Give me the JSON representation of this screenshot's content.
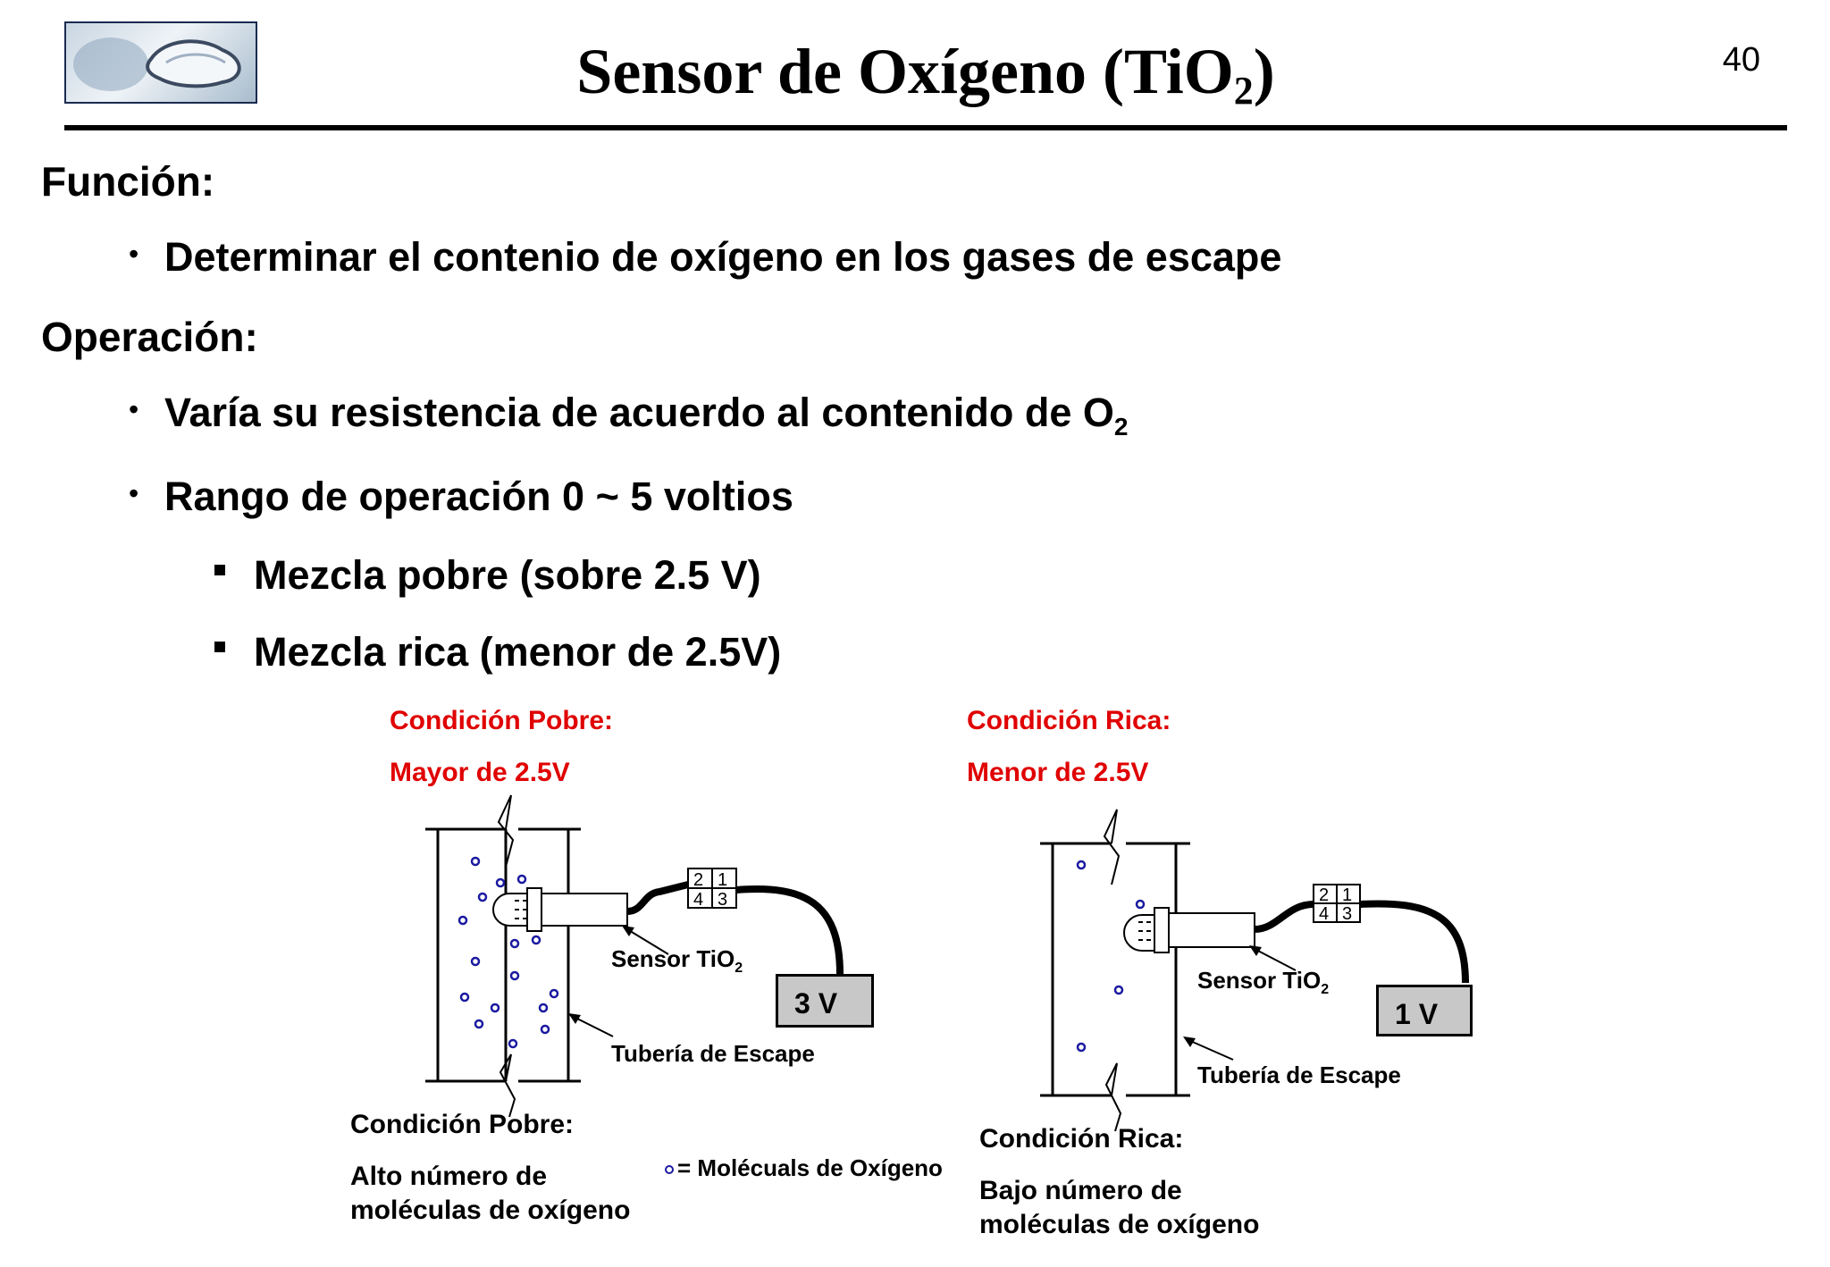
{
  "header": {
    "title_main": "Sensor de Oxígeno (TiO",
    "title_sub": "2",
    "title_end": ")",
    "page_number": "40"
  },
  "content": {
    "funcion_heading": "Función:",
    "funcion_bullet": "Determinar el contenio de oxígeno en los gases de escape",
    "operacion_heading": "Operación:",
    "operacion_bullet1_main": "Varía su resistencia de acuerdo al contenido de O",
    "operacion_bullet1_sub": "2",
    "operacion_bullet2": "Rango de operación 0 ~ 5 voltios",
    "sub_bullet1": "Mezcla pobre (sobre 2.5 V)",
    "sub_bullet2": "Mezcla rica (menor de 2.5V)"
  },
  "diagram_left": {
    "condition": "Condición Pobre:",
    "voltage_range": "Mayor de 2.5V",
    "sensor_label": "Sensor TiO",
    "sensor_sub": "2",
    "pipe_label": "Tubería de Escape",
    "voltage": "3 V",
    "connector_pins": [
      "2",
      "1",
      "4",
      "3"
    ],
    "bottom_heading": "Condición Pobre:",
    "bottom_line1": "Alto número de",
    "bottom_line2": "moléculas de oxígeno"
  },
  "legend": {
    "text": "= Molécuals de Oxígeno"
  },
  "diagram_right": {
    "condition": "Condición Rica:",
    "voltage_range": "Menor de 2.5V",
    "sensor_label": "Sensor TiO",
    "sensor_sub": "2",
    "pipe_label": "Tubería de Escape",
    "voltage": "1 V",
    "connector_pins": [
      "2",
      "1",
      "4",
      "3"
    ],
    "bottom_heading": "Condición Rica:",
    "bottom_line1": "Bajo número de",
    "bottom_line2": "moléculas de oxígeno"
  },
  "colors": {
    "condition_red": "#e00000",
    "molecule_blue": "#1a1aa0",
    "voltage_box": "#c8c8c8"
  }
}
